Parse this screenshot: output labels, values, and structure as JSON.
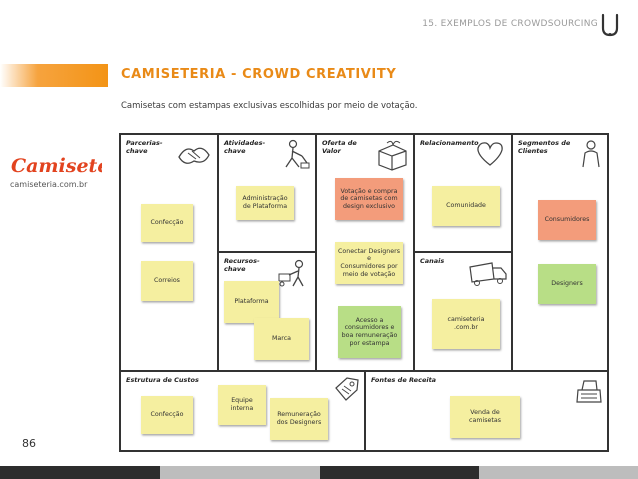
{
  "header": {
    "section": "15. EXEMPLOS DE CROWDSOURCING",
    "logo_icon": "bracket-logo-icon"
  },
  "title": "CAMISETERIA - CROWD CREATIVITY",
  "subtitle": "Camisetas com estampas exclusivas escolhidas por meio de votação.",
  "brand": {
    "logo_text": "Camiseteria",
    "url": "camiseteria.com.br"
  },
  "page_number": "86",
  "colors": {
    "accent": "#e98a17",
    "note_yellow": "#f5efa0",
    "note_green": "#b8de86",
    "note_orange": "#f39c7b"
  },
  "canvas": {
    "labels": {
      "parcerias": "Parcerias-\nchave",
      "atividades": "Atividades-\nchave",
      "recursos": "Recursos-\nchave",
      "oferta": "Oferta de\nValor",
      "relacionamento": "Relacionamento",
      "canais": "Canais",
      "segmentos": "Segmentos de\nClientes",
      "custos": "Estrutura de Custos",
      "receita": "Fontes de Receita"
    },
    "notes": {
      "confeccao_parcerias": "Confecção",
      "correios": "Correios",
      "administracao": "Administração\nde Plataforma",
      "plataforma": "Plataforma",
      "marca": "Marca",
      "votacao": "Votação e compra\nde camisetas com\ndesign exclusivo",
      "conectar": "Conectar Designers e\nConsumidores por\nmeio de votação",
      "acesso": "Acesso a\nconsumidores e\nboa remuneração\npor estampa",
      "comunidade": "Comunidade",
      "site": "camiseteria\n.com.br",
      "consumidores": "Consumidores",
      "designers": "Designers",
      "confeccao_custos": "Confecção",
      "equipe": "Equipe\ninterna",
      "remuneracao": "Remuneração\ndos Designers",
      "venda": "Venda de\ncamisetas"
    }
  }
}
